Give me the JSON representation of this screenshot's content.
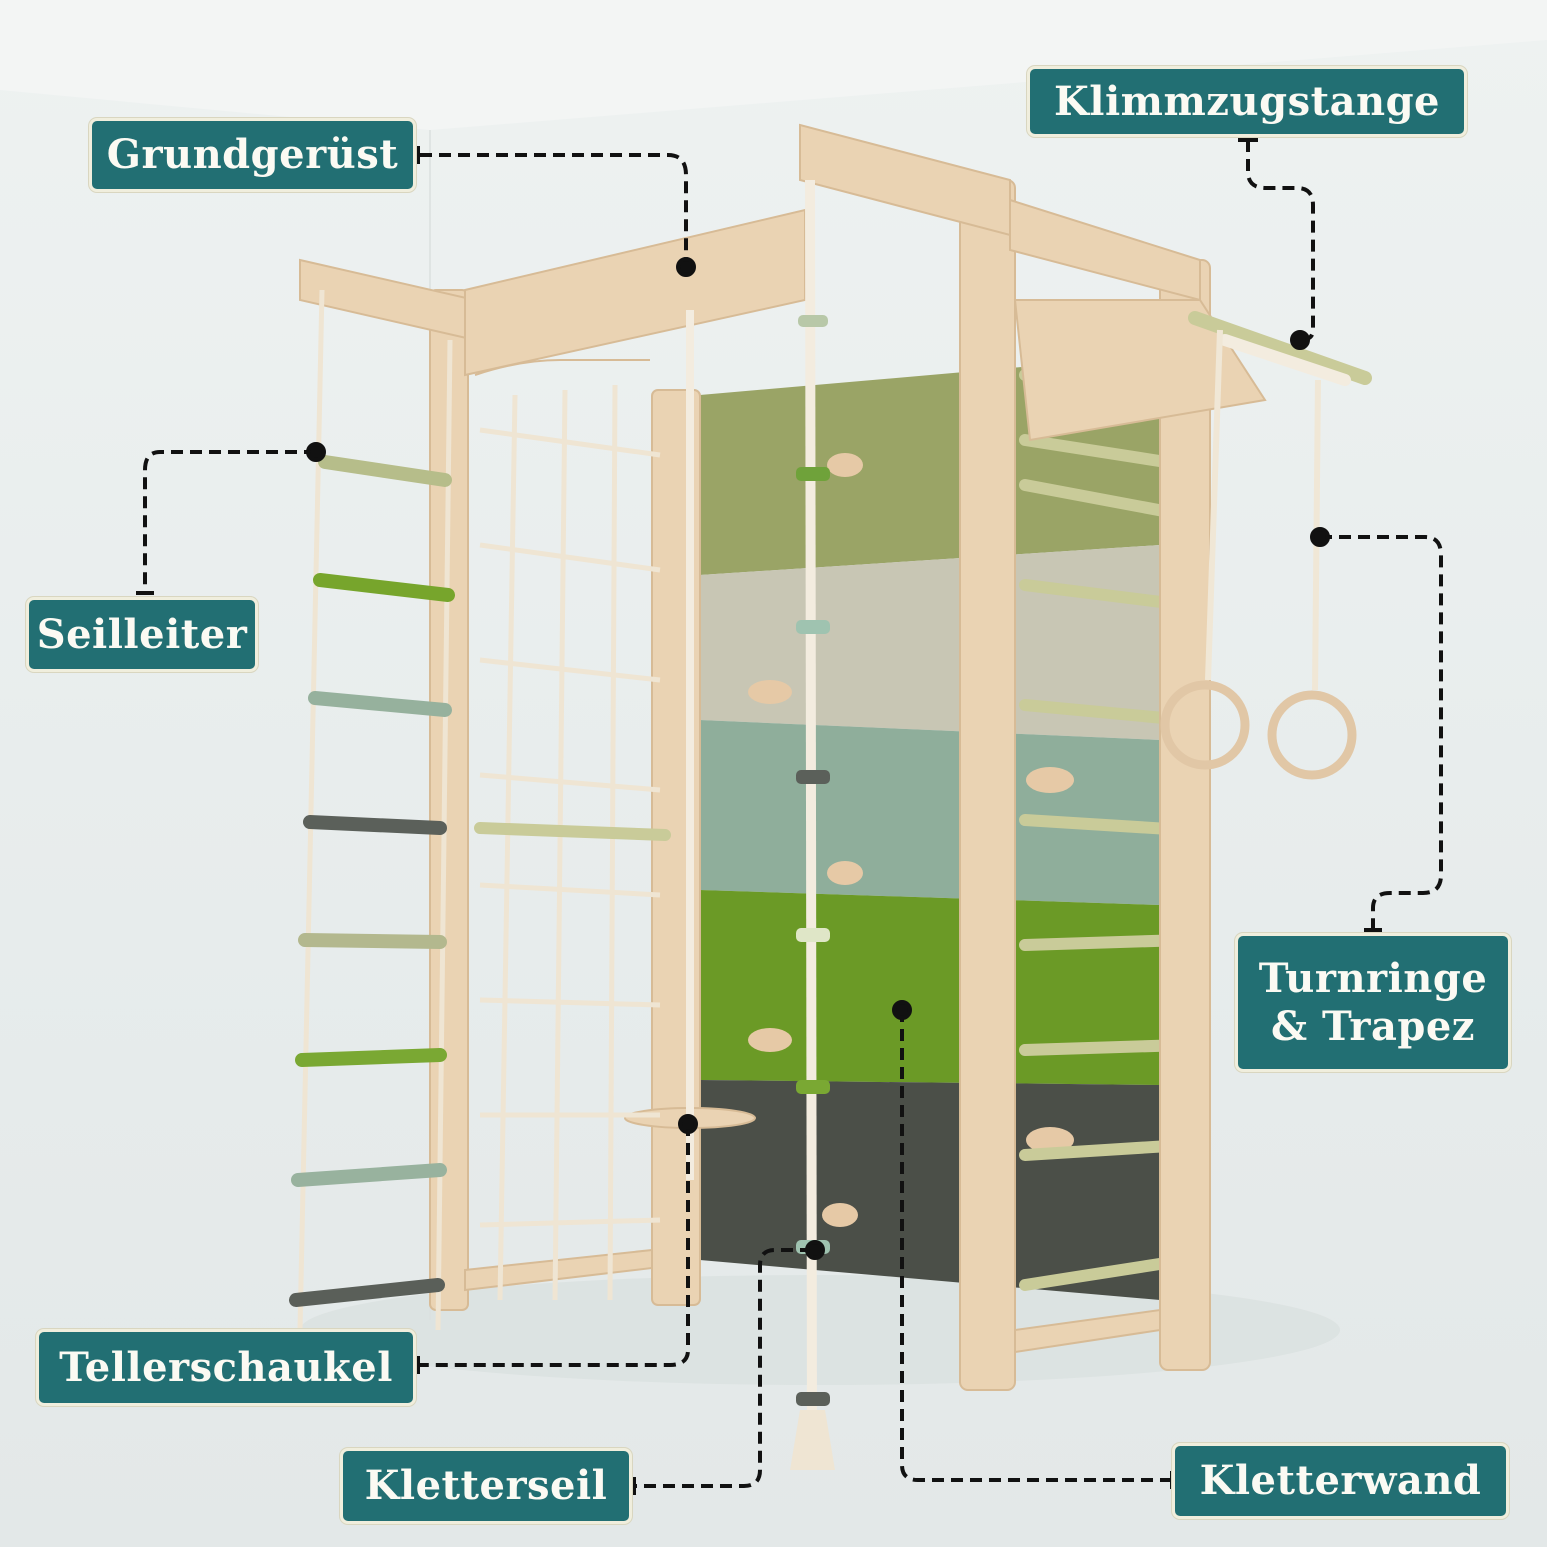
{
  "image": {
    "description": "Wooden indoor climbing frame (Klettergerüst) with labeled components",
    "background_color": "#e7ecec"
  },
  "colors": {
    "label_bg": "#226f73",
    "label_text": "#fbfaf3",
    "label_border": "#f0eedd",
    "leader_line": "#111111",
    "wood": "#e8cfae",
    "wall_panels": [
      "#9aa466",
      "#c8c6b4",
      "#8fae9b",
      "#6b9a26",
      "#4b4f48"
    ],
    "rung_colors": [
      "#b6bd8a",
      "#77a52c",
      "#96b19d",
      "#5b605a",
      "#b3b88e",
      "#7aa833",
      "#98b29e",
      "#5a5f59"
    ]
  },
  "labels": {
    "grundgeruest": "Grundgerüst",
    "klimmzugstange": "Klimmzugstange",
    "seilleiter": "Seilleiter",
    "turnringe_line1": "Turnringe",
    "turnringe_line2": "& Trapez",
    "tellerschaukel": "Tellerschaukel",
    "kletterseil": "Kletterseil",
    "kletterwand": "Kletterwand"
  }
}
